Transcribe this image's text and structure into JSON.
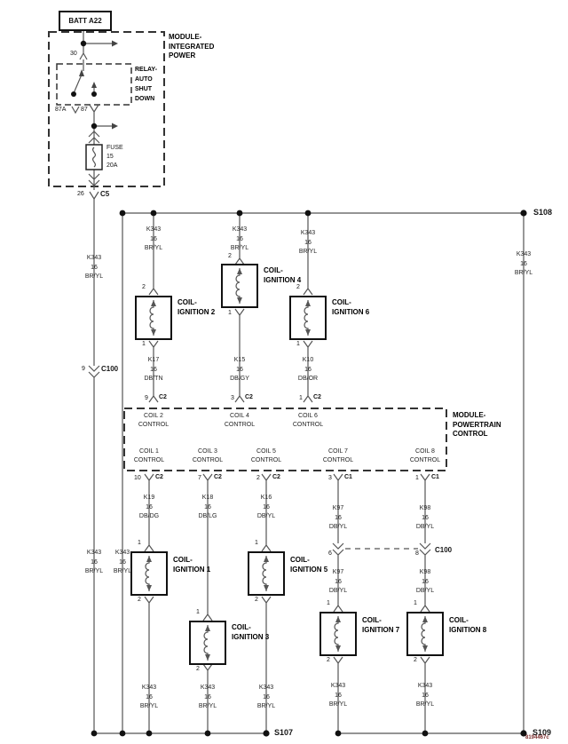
{
  "diagram": {
    "battery_label": "BATT A22",
    "ipm": {
      "name1": "MODULE-",
      "name2": "INTEGRATED",
      "name3": "POWER",
      "relay1": "RELAY-",
      "relay2": "AUTO",
      "relay3": "SHUT",
      "relay4": "DOWN",
      "pin30": "30",
      "pin87a": "87A",
      "pin87": "87",
      "fuse_name": "FUSE",
      "fuse_no": "15",
      "fuse_rating": "20A",
      "out_pin": "26",
      "out_conn": "C5"
    },
    "pcm": {
      "name1": "MODULE-",
      "name2": "POWERTRAIN",
      "name3": "CONTROL"
    },
    "c100_left": {
      "pin": "9",
      "name": "C100"
    },
    "c100_right": {
      "pin_a": "6",
      "pin_b": "8",
      "name": "C100"
    },
    "splices": {
      "s107": "S107",
      "s108": "S108",
      "s109": "S109"
    },
    "doc_code": "8194467c"
  },
  "coils": [
    {
      "name1": "COIL-",
      "name2": "IGNITION 2",
      "top_pin": "2",
      "bottom_pin": "1"
    },
    {
      "name1": "COIL-",
      "name2": "IGNITION 4",
      "top_pin": "2",
      "bottom_pin": "1"
    },
    {
      "name1": "COIL-",
      "name2": "IGNITION 6",
      "top_pin": "2",
      "bottom_pin": "1"
    },
    {
      "name1": "COIL-",
      "name2": "IGNITION 1",
      "top_pin": "1",
      "bottom_pin": "2"
    },
    {
      "name1": "COIL-",
      "name2": "IGNITION 5",
      "top_pin": "1",
      "bottom_pin": "2"
    },
    {
      "name1": "COIL-",
      "name2": "IGNITION 3",
      "top_pin": "1",
      "bottom_pin": "2"
    },
    {
      "name1": "COIL-",
      "name2": "IGNITION 7",
      "top_pin": "1",
      "bottom_pin": "2"
    },
    {
      "name1": "COIL-",
      "name2": "IGNITION 8",
      "top_pin": "1",
      "bottom_pin": "2"
    }
  ],
  "pcm_pins": {
    "top": [
      {
        "pin": "9",
        "conn": "C2",
        "l1": "COIL 2",
        "l2": "CONTROL"
      },
      {
        "pin": "3",
        "conn": "C2",
        "l1": "COIL 4",
        "l2": "CONTROL"
      },
      {
        "pin": "1",
        "conn": "C2",
        "l1": "COIL 6",
        "l2": "CONTROL"
      }
    ],
    "bottom": [
      {
        "pin": "10",
        "conn": "C2",
        "l1": "COIL 1",
        "l2": "CONTROL"
      },
      {
        "pin": "7",
        "conn": "C2",
        "l1": "COIL 3",
        "l2": "CONTROL"
      },
      {
        "pin": "2",
        "conn": "C2",
        "l1": "COIL 5",
        "l2": "CONTROL"
      },
      {
        "pin": "3",
        "conn": "C1",
        "l1": "COIL 7",
        "l2": "CONTROL"
      },
      {
        "pin": "1",
        "conn": "C1",
        "l1": "COIL 8",
        "l2": "CONTROL"
      }
    ]
  },
  "wire_labels": [
    {
      "circuit": "K343",
      "gauge": "16",
      "color": "BR/YL"
    },
    {
      "circuit": "K343",
      "gauge": "16",
      "color": "BR/YL"
    },
    {
      "circuit": "K343",
      "gauge": "16",
      "color": "BR/YL"
    },
    {
      "circuit": "K343",
      "gauge": "16",
      "color": "BR/YL"
    },
    {
      "circuit": "K343",
      "gauge": "16",
      "color": "BR/YL"
    },
    {
      "circuit": "K17",
      "gauge": "16",
      "color": "DB/TN"
    },
    {
      "circuit": "K15",
      "gauge": "16",
      "color": "DB/GY"
    },
    {
      "circuit": "K10",
      "gauge": "16",
      "color": "DB/OR"
    },
    {
      "circuit": "K19",
      "gauge": "16",
      "color": "DB/DG"
    },
    {
      "circuit": "K18",
      "gauge": "16",
      "color": "DB/LG"
    },
    {
      "circuit": "K16",
      "gauge": "16",
      "color": "DB/YL"
    },
    {
      "circuit": "K97",
      "gauge": "16",
      "color": "DB/YL"
    },
    {
      "circuit": "K98",
      "gauge": "16",
      "color": "DB/YL"
    },
    {
      "circuit": "K97",
      "gauge": "16",
      "color": "DB/YL"
    },
    {
      "circuit": "K98",
      "gauge": "16",
      "color": "DB/YL"
    },
    {
      "circuit": "K343",
      "gauge": "16",
      "color": "BR/YL"
    },
    {
      "circuit": "K343",
      "gauge": "16",
      "color": "BR/YL"
    },
    {
      "circuit": "K343",
      "gauge": "16",
      "color": "BR/YL"
    },
    {
      "circuit": "K343",
      "gauge": "16",
      "color": "BR/YL"
    },
    {
      "circuit": "K343",
      "gauge": "16",
      "color": "BR/YL"
    },
    {
      "circuit": "K343",
      "gauge": "16",
      "color": "BR/YL"
    },
    {
      "circuit": "K343",
      "gauge": "16",
      "color": "BR/YL"
    }
  ]
}
